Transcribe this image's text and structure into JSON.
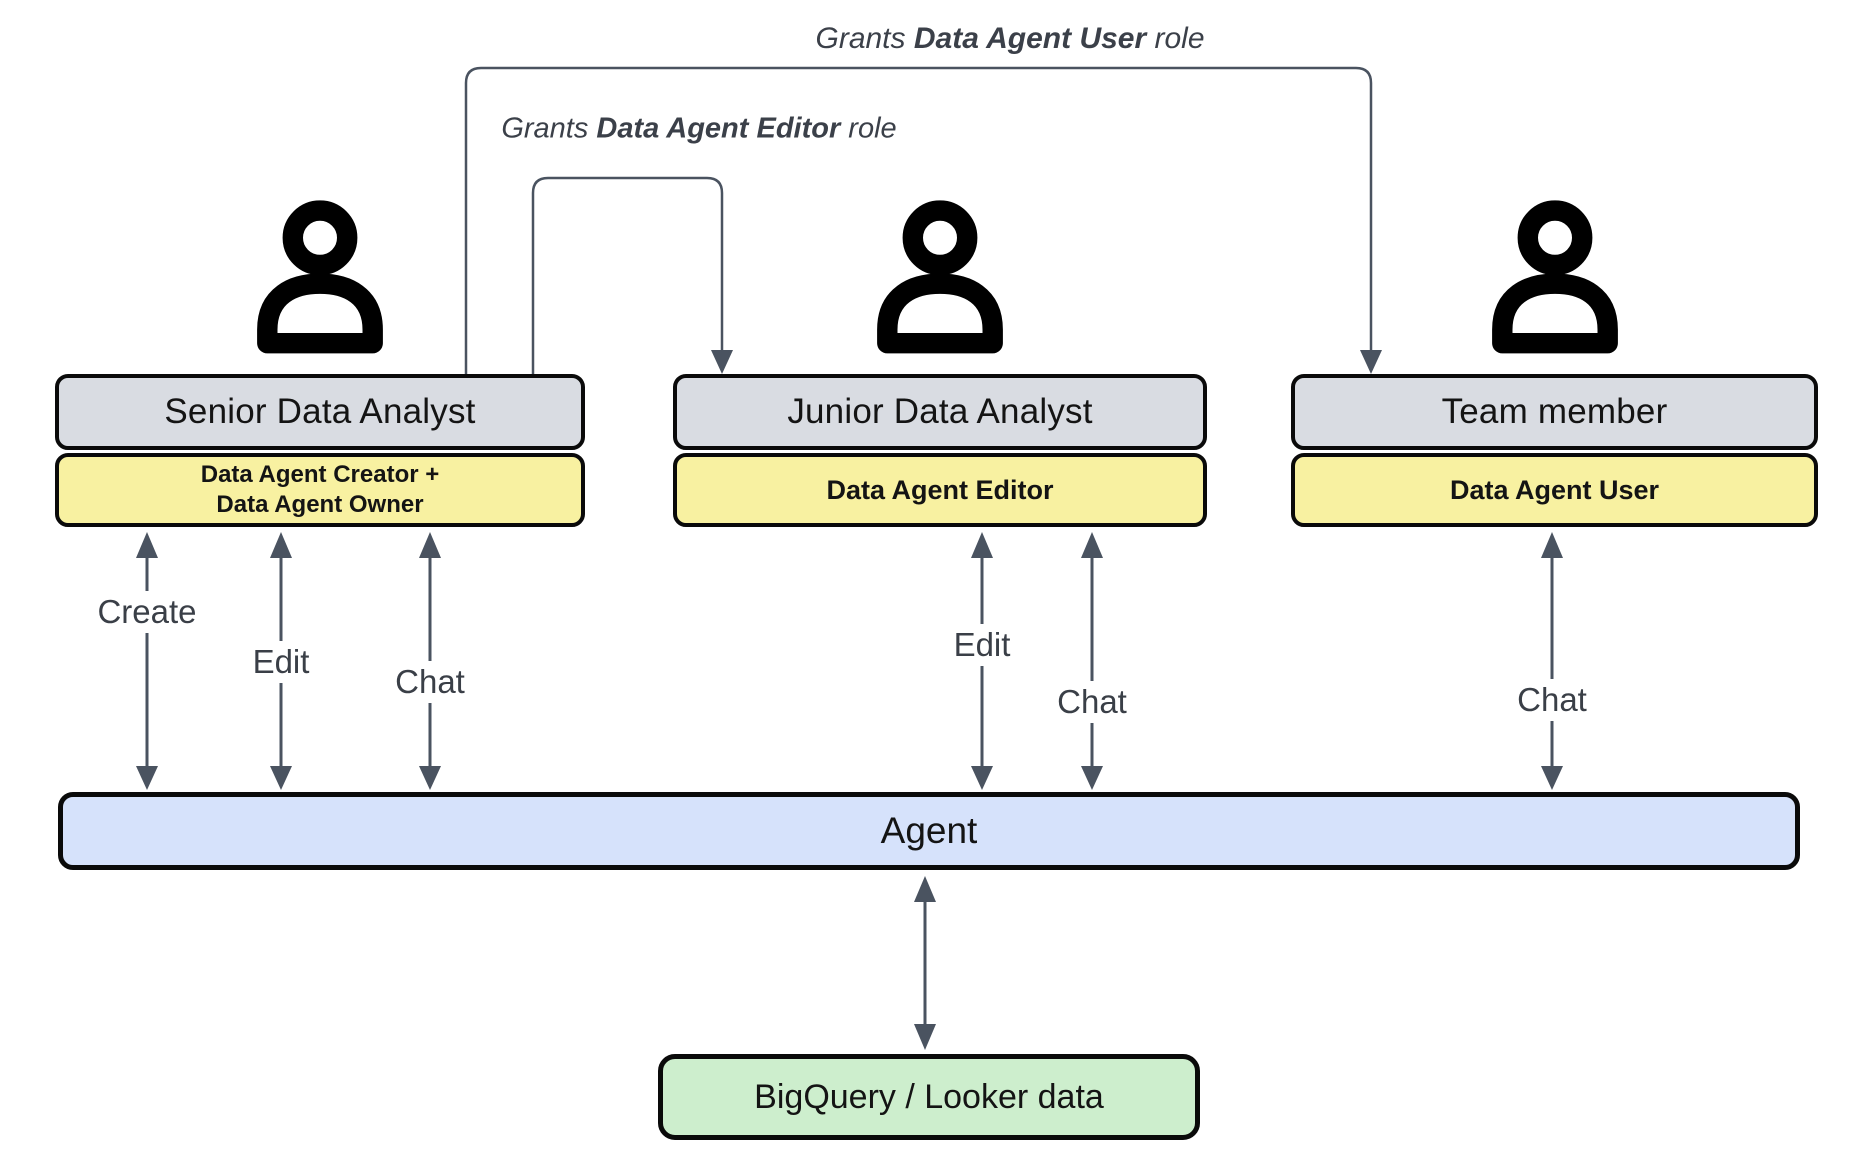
{
  "grant_user": {
    "prefix": "Grants ",
    "strong": "Data Agent User",
    "suffix": " role"
  },
  "grant_editor": {
    "prefix": "Grants ",
    "strong": "Data Agent Editor",
    "suffix": " role"
  },
  "actors": [
    {
      "title": "Senior Data Analyst",
      "role_line1": "Data Agent Creator +",
      "role_line2": "Data Agent Owner"
    },
    {
      "title": "Junior Data Analyst",
      "role": "Data Agent Editor"
    },
    {
      "title": "Team member",
      "role": "Data Agent User"
    }
  ],
  "actions": {
    "senior_create": "Create",
    "senior_edit": "Edit",
    "senior_chat": "Chat",
    "junior_edit": "Edit",
    "junior_chat": "Chat",
    "team_chat": "Chat"
  },
  "agent": {
    "label": "Agent"
  },
  "datasource": {
    "label": "BigQuery / Looker data"
  },
  "colors": {
    "actor_box": "#d9dce2",
    "role_box": "#f8f1a1",
    "agent_bar": "#d6e2fb",
    "data_box": "#cdeecd",
    "arrow": "#4a5360",
    "border": "#0a0a0a"
  }
}
